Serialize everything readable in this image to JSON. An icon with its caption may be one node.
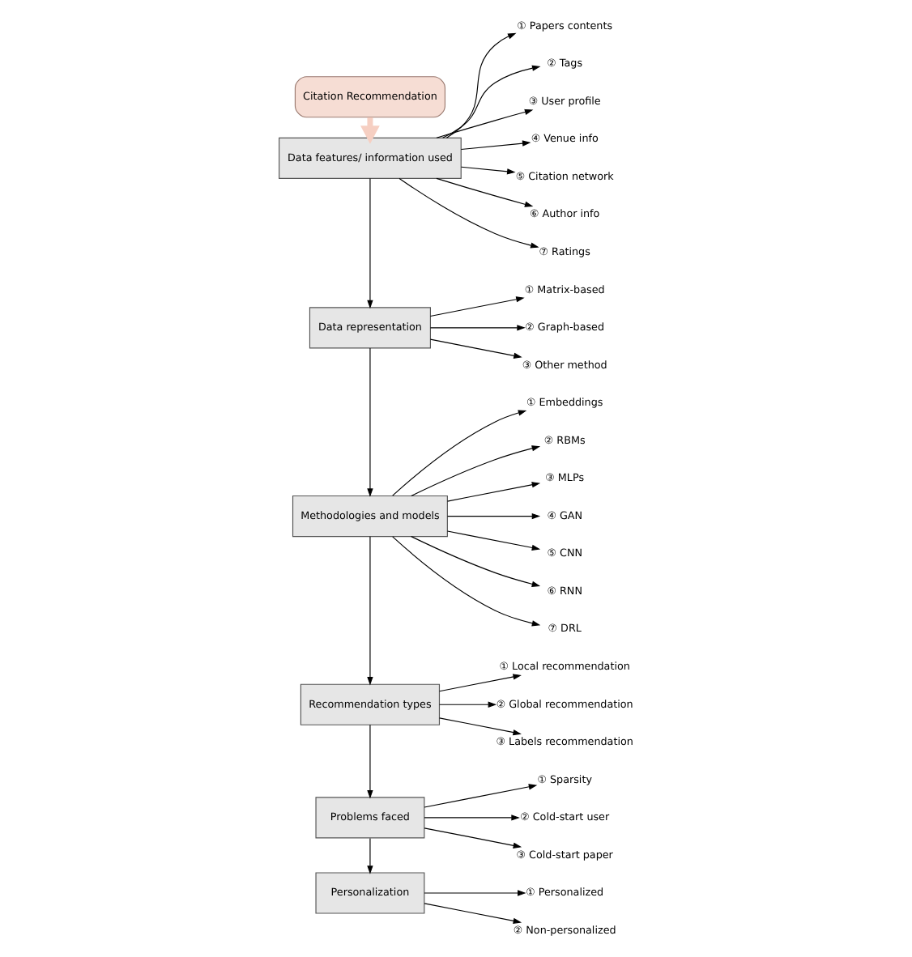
{
  "diagram": {
    "nodes": [
      {
        "text": [
          "Citation Recommendation"
        ]
      },
      {
        "text": [
          "Data features/ information used"
        ]
      },
      {
        "text": [
          "① Papers contents"
        ]
      },
      {
        "text": [
          "② Tags"
        ]
      },
      {
        "text": [
          "③ User profile"
        ]
      },
      {
        "text": [
          "④ Venue info"
        ]
      },
      {
        "text": [
          "⑤ Citation network"
        ]
      },
      {
        "text": [
          "⑥ Author info"
        ]
      },
      {
        "text": [
          "⑦ Ratings"
        ]
      },
      {
        "text": [
          "Data representation"
        ]
      },
      {
        "text": [
          "① Matrix-based"
        ]
      },
      {
        "text": [
          "② Graph-based"
        ]
      },
      {
        "text": [
          "③ Other method"
        ]
      },
      {
        "text": [
          "Methodologies and models"
        ]
      },
      {
        "text": [
          "① Embeddings"
        ]
      },
      {
        "text": [
          "② RBMs"
        ]
      },
      {
        "text": [
          "③ MLPs"
        ]
      },
      {
        "text": [
          "④ GAN"
        ]
      },
      {
        "text": [
          "⑤ CNN"
        ]
      },
      {
        "text": [
          "⑥ RNN"
        ]
      },
      {
        "text": [
          "⑦ DRL"
        ]
      },
      {
        "text": [
          "Recommendation types"
        ]
      },
      {
        "text": [
          "① Local recommendation"
        ]
      },
      {
        "text": [
          "② Global recommendation"
        ]
      },
      {
        "text": [
          "③ Labels recommendation"
        ]
      },
      {
        "text": [
          "Problems faced"
        ]
      },
      {
        "text": [
          "① Sparsity"
        ]
      },
      {
        "text": [
          "② Cold-start user"
        ]
      },
      {
        "text": [
          "③ Cold-start paper"
        ]
      },
      {
        "text": [
          "Personalization"
        ]
      },
      {
        "text": [
          "① Personalized"
        ]
      },
      {
        "text": [
          "② Non-personalized"
        ]
      }
    ],
    "edges": [
      {
        "from": 0,
        "to": 1,
        "arrow": "to",
        "style": "thick",
        "color": "#f6cfc2"
      },
      {
        "from": 1,
        "to": 9,
        "arrow": "to"
      },
      {
        "from": 9,
        "to": 13,
        "arrow": "to"
      },
      {
        "from": 13,
        "to": 21,
        "arrow": "to"
      },
      {
        "from": 21,
        "to": 25,
        "arrow": "to"
      },
      {
        "from": 25,
        "to": 29,
        "arrow": "to"
      },
      {
        "from": 1,
        "to": 2,
        "arrow": "to"
      },
      {
        "from": 1,
        "to": 3,
        "arrow": "to"
      },
      {
        "from": 1,
        "to": 4,
        "arrow": "to"
      },
      {
        "from": 1,
        "to": 5,
        "arrow": "to"
      },
      {
        "from": 1,
        "to": 6,
        "arrow": "to"
      },
      {
        "from": 1,
        "to": 7,
        "arrow": "to"
      },
      {
        "from": 1,
        "to": 8,
        "arrow": "to"
      },
      {
        "from": 9,
        "to": 10,
        "arrow": "to"
      },
      {
        "from": 9,
        "to": 11,
        "arrow": "to"
      },
      {
        "from": 9,
        "to": 12,
        "arrow": "to"
      },
      {
        "from": 13,
        "to": 14,
        "arrow": "to"
      },
      {
        "from": 13,
        "to": 15,
        "arrow": "to"
      },
      {
        "from": 13,
        "to": 16,
        "arrow": "to"
      },
      {
        "from": 13,
        "to": 17,
        "arrow": "to"
      },
      {
        "from": 13,
        "to": 18,
        "arrow": "to"
      },
      {
        "from": 13,
        "to": 19,
        "arrow": "to"
      },
      {
        "from": 13,
        "to": 20,
        "arrow": "to"
      },
      {
        "from": 21,
        "to": 22,
        "arrow": "to"
      },
      {
        "from": 21,
        "to": 23,
        "arrow": "to"
      },
      {
        "from": 21,
        "to": 24,
        "arrow": "to"
      },
      {
        "from": 25,
        "to": 26,
        "arrow": "to"
      },
      {
        "from": 25,
        "to": 27,
        "arrow": "to"
      },
      {
        "from": 25,
        "to": 28,
        "arrow": "to"
      },
      {
        "from": 29,
        "to": 30,
        "arrow": "to"
      },
      {
        "from": 29,
        "to": 31,
        "arrow": "to"
      }
    ]
  }
}
